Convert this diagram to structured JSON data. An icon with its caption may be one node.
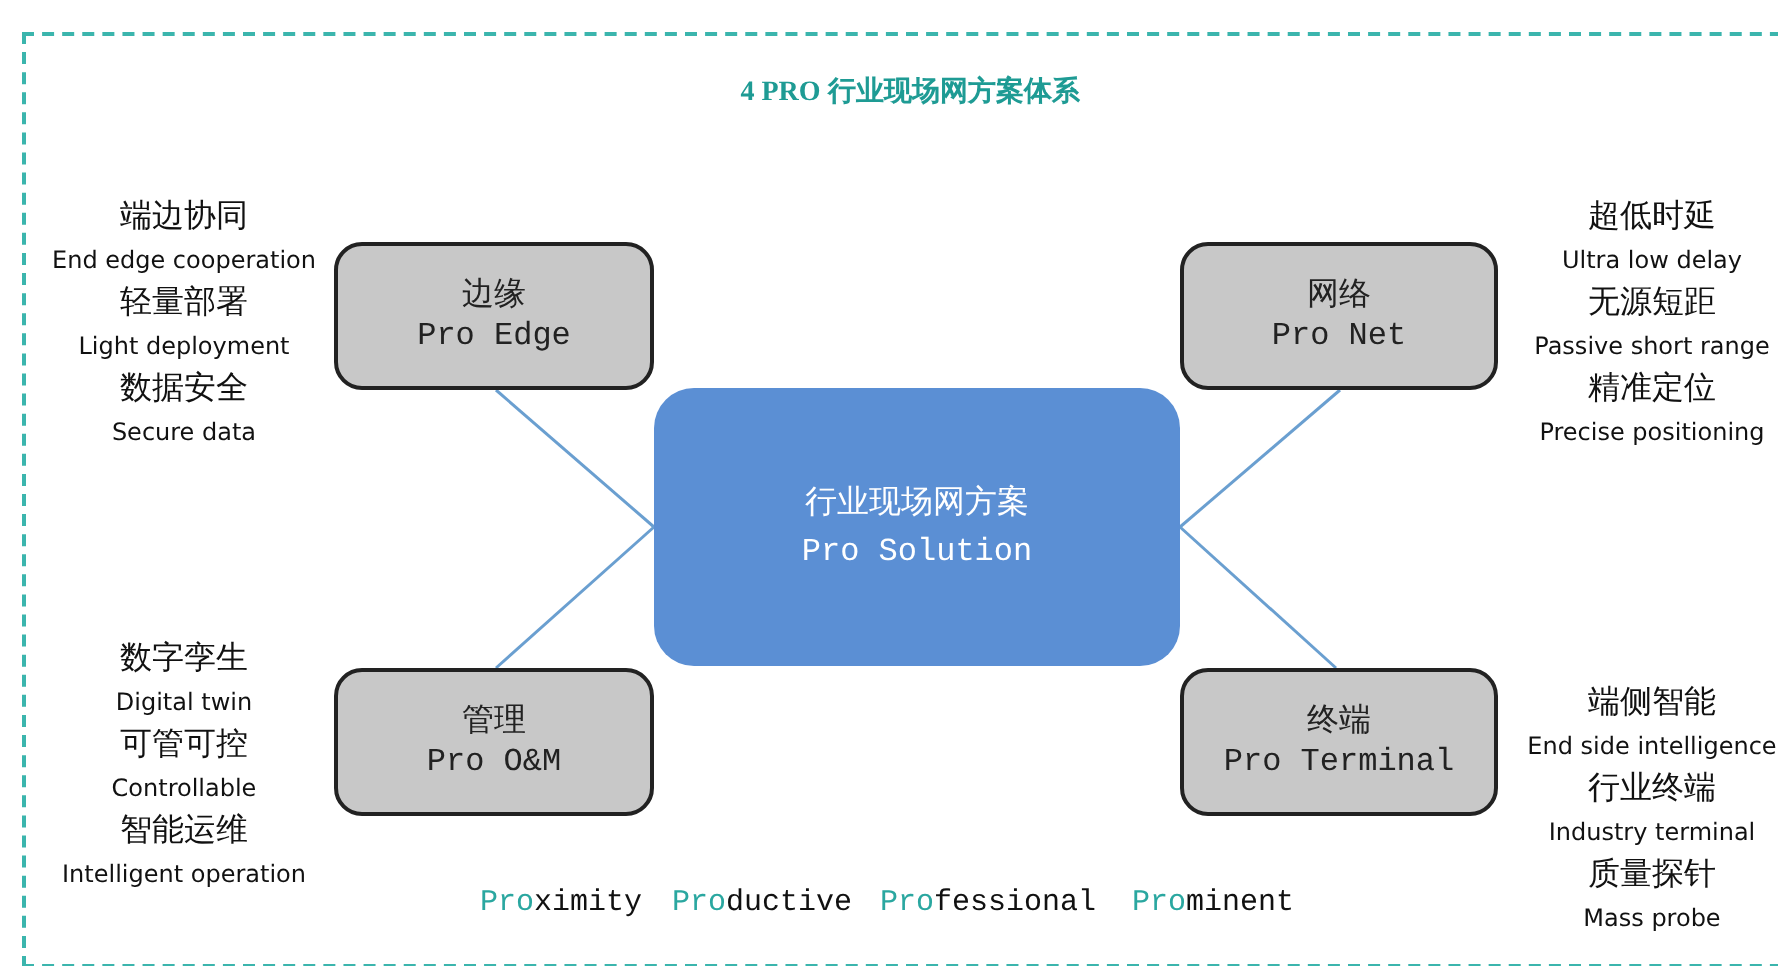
{
  "diagram": {
    "title": "4 PRO 行业现场网方案体系",
    "nodes": [
      {
        "text": [
          "行业现场网方案",
          "Pro Solution"
        ]
      },
      {
        "text": [
          "边缘",
          "Pro Edge"
        ],
        "beside": [
          "端边协同",
          "End edge cooperation",
          "轻量部署",
          "Light deployment",
          "数据安全",
          "Secure data"
        ]
      },
      {
        "text": [
          "网络",
          "Pro Net"
        ],
        "beside": [
          "超低时延",
          "Ultra low delay",
          "无源短距",
          "Passive short range",
          "精准定位",
          "Precise positioning"
        ]
      },
      {
        "text": [
          "管理",
          "Pro O&M"
        ],
        "beside": [
          "数字孪生",
          "Digital twin",
          "可管可控",
          "Controllable",
          "智能运维",
          "Intelligent operation"
        ]
      },
      {
        "text": [
          "终端",
          "Pro Terminal"
        ],
        "beside": [
          "端侧智能",
          "End side intelligence",
          "行业终端",
          "Industry terminal",
          "质量探针",
          "Mass probe"
        ]
      }
    ],
    "edges": [
      {
        "from": 1,
        "to": 0,
        "arrow": "none"
      },
      {
        "from": 2,
        "to": 0,
        "arrow": "none"
      },
      {
        "from": 3,
        "to": 0,
        "arrow": "none"
      },
      {
        "from": 4,
        "to": 0,
        "arrow": "none"
      }
    ],
    "labels": [
      "Proximity",
      "Productive",
      "Professional",
      "Prominent"
    ]
  }
}
